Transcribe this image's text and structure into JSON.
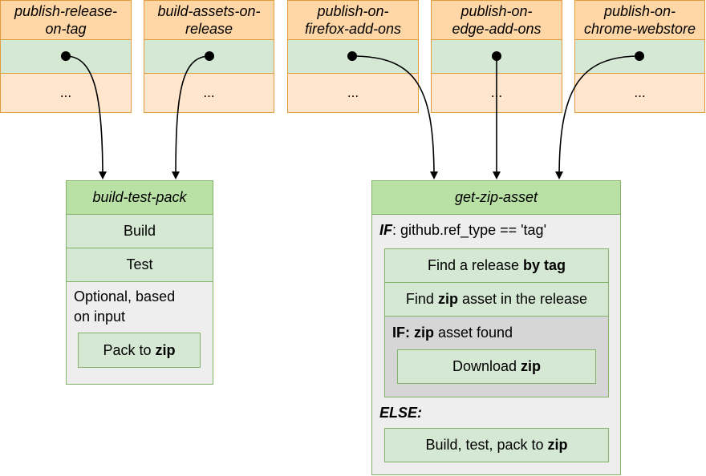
{
  "workflows": [
    {
      "title_line1": "publish-release-",
      "title_line2": "on-tag",
      "ellipsis": "..."
    },
    {
      "title_line1": "build-assets-on-",
      "title_line2": "release",
      "ellipsis": "..."
    },
    {
      "title_line1": "publish-on-",
      "title_line2": "firefox-add-ons",
      "ellipsis": "..."
    },
    {
      "title_line1": "publish-on-",
      "title_line2": "edge-add-ons",
      "ellipsis": "..."
    },
    {
      "title_line1": "publish-on-",
      "title_line2": "chrome-webstore",
      "ellipsis": "..."
    }
  ],
  "build_test_pack": {
    "title": "build-test-pack",
    "build": "Build",
    "test": "Test",
    "optional_line1": "Optional, based",
    "optional_line2": "on input",
    "pack_prefix": "Pack to ",
    "pack_bold": "zip"
  },
  "get_zip_asset": {
    "title": "get-zip-asset",
    "if_label": "IF",
    "if_condition": ": github.ref_type == 'tag'",
    "find_release_prefix": "Find a release ",
    "find_release_bold": "by tag",
    "find_zip_prefix": "Find ",
    "find_zip_bold": "zip",
    "find_zip_suffix": " asset in the release",
    "if_zip_label": "IF: zip",
    "if_zip_suffix": " asset found",
    "download_prefix": "Download ",
    "download_bold": "zip",
    "else_label": "ELSE:",
    "build_prefix": "Build, test, pack to ",
    "build_bold": "zip"
  }
}
